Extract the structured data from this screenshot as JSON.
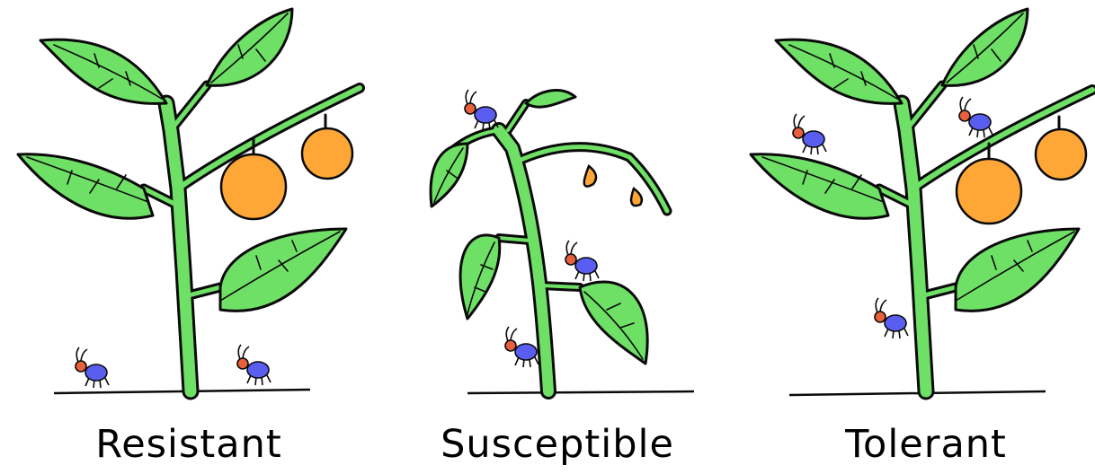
{
  "labels": {
    "resistant": "Resistant",
    "susceptible": "Susceptible",
    "tolerant": "Tolerant"
  },
  "colors": {
    "leaf": "#6fe066",
    "fruit": "#ffa736",
    "insect_body": "#5a5ef0",
    "insect_head": "#e8603c",
    "outline": "#0a0a0a"
  }
}
